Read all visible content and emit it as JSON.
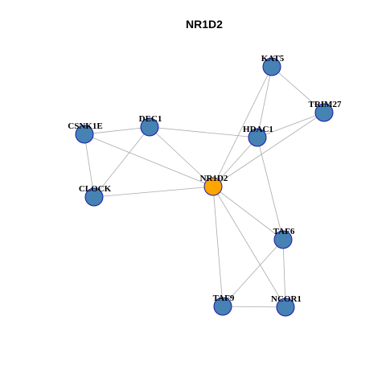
{
  "title": "NR1D2",
  "colors": {
    "node_default": "#4682b4",
    "node_center": "#ffa500",
    "node_border": "#1a1aa8",
    "edge": "#aaaaaa"
  },
  "nodes": [
    {
      "id": "NR1D2",
      "label": "NR1D2",
      "center": true
    },
    {
      "id": "KAT5",
      "label": "KAT5",
      "center": false
    },
    {
      "id": "TRIM27",
      "label": "TRIM27",
      "center": false
    },
    {
      "id": "HDAC1",
      "label": "HDAC1",
      "center": false
    },
    {
      "id": "DEC1",
      "label": "DEC1",
      "center": false
    },
    {
      "id": "CSNK1E",
      "label": "CSNK1E",
      "center": false
    },
    {
      "id": "CLOCK",
      "label": "CLOCK",
      "center": false
    },
    {
      "id": "TAF6",
      "label": "TAF6",
      "center": false
    },
    {
      "id": "TAF9",
      "label": "TAF9",
      "center": false
    },
    {
      "id": "NCOR1",
      "label": "NCOR1",
      "center": false
    }
  ],
  "edges": [
    [
      "NR1D2",
      "KAT5"
    ],
    [
      "NR1D2",
      "TRIM27"
    ],
    [
      "NR1D2",
      "HDAC1"
    ],
    [
      "NR1D2",
      "DEC1"
    ],
    [
      "NR1D2",
      "CSNK1E"
    ],
    [
      "NR1D2",
      "CLOCK"
    ],
    [
      "NR1D2",
      "TAF6"
    ],
    [
      "NR1D2",
      "TAF9"
    ],
    [
      "NR1D2",
      "NCOR1"
    ],
    [
      "KAT5",
      "TRIM27"
    ],
    [
      "KAT5",
      "HDAC1"
    ],
    [
      "HDAC1",
      "TRIM27"
    ],
    [
      "HDAC1",
      "DEC1"
    ],
    [
      "HDAC1",
      "TAF6"
    ],
    [
      "DEC1",
      "CSNK1E"
    ],
    [
      "DEC1",
      "CLOCK"
    ],
    [
      "CSNK1E",
      "CLOCK"
    ],
    [
      "TAF6",
      "TAF9"
    ],
    [
      "TAF6",
      "NCOR1"
    ],
    [
      "TAF9",
      "NCOR1"
    ]
  ]
}
